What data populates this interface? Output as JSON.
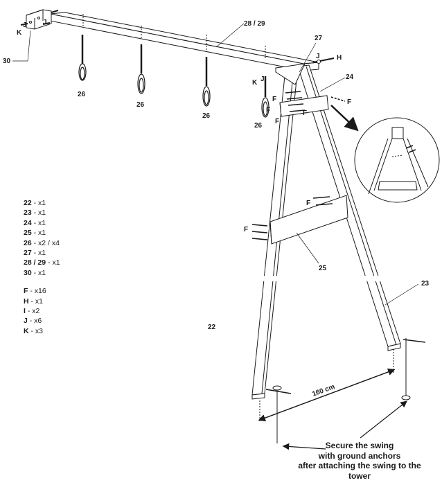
{
  "labels": {
    "beam": "28 / 29",
    "end_bracket": "30",
    "apex_brace": "27",
    "cross_plate_top": "24",
    "cross_plate_bottom": "25",
    "leg_left": "22",
    "leg_right": "23",
    "hanger": "26",
    "bolt_f": "F",
    "bolt_h": "H",
    "bolt_j": "J",
    "bolt_k": "K",
    "distance": "160 cm"
  },
  "parts": [
    {
      "code": "22",
      "qty": " - x1"
    },
    {
      "code": "23",
      "qty": " - x1"
    },
    {
      "code": "24",
      "qty": " - x1"
    },
    {
      "code": "25",
      "qty": " - x1"
    },
    {
      "code": "26",
      "qty": " - x2 / x4"
    },
    {
      "code": "27",
      "qty": " - x1"
    },
    {
      "code": "28 / 29",
      "qty": " - x1"
    },
    {
      "code": "30",
      "qty": " - x1"
    }
  ],
  "hardware": [
    {
      "code": "F",
      "qty": " - x16"
    },
    {
      "code": "H",
      "qty": " - x1"
    },
    {
      "code": "I",
      "qty": " - x2"
    },
    {
      "code": "J",
      "qty": " - x6"
    },
    {
      "code": "K",
      "qty": " - x3"
    }
  ],
  "note": {
    "line1": "Secure the swing",
    "line2": "with ground anchors",
    "line3": "after attaching the swing to the",
    "line4": "tower"
  }
}
